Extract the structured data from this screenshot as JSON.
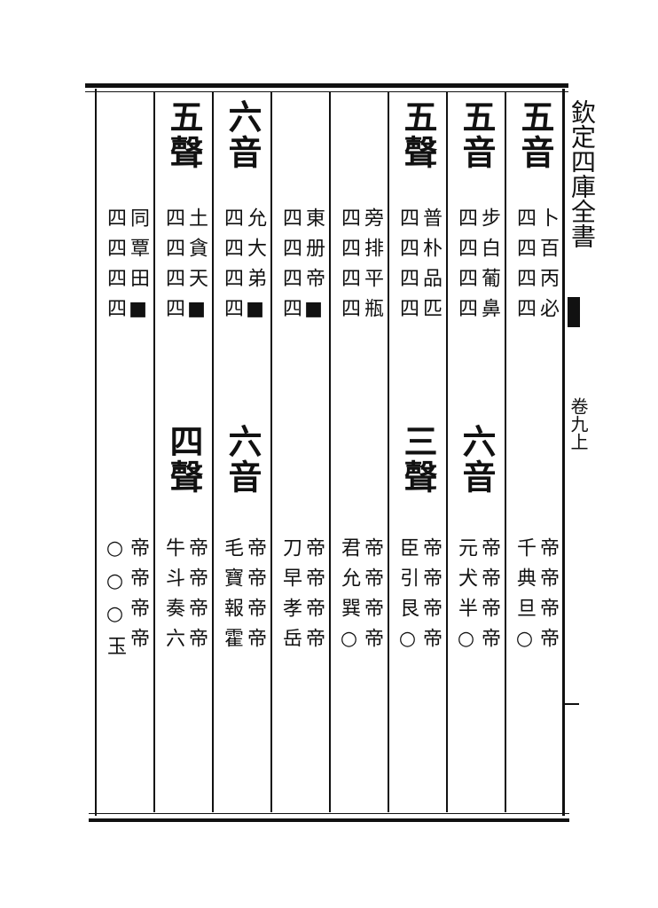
{
  "margin": {
    "top_title": "欽定四庫全書",
    "juan": "卷九上"
  },
  "columns": [
    {
      "id": "c1",
      "upper_head": "五音",
      "upper_rows": [
        "卜百丙必",
        "四四四四"
      ],
      "lower_head": "",
      "lower_rows": [
        "帝帝帝帝",
        "千典旦○"
      ]
    },
    {
      "id": "c2",
      "upper_head": "五音",
      "upper_rows": [
        "步白葡鼻",
        "四四四四"
      ],
      "lower_head": "六音",
      "lower_rows": [
        "帝帝帝帝",
        "元犬半○"
      ]
    },
    {
      "id": "c3",
      "upper_head": "五聲",
      "upper_rows": [
        "普朴品匹",
        "四四四四"
      ],
      "lower_head": "三聲",
      "lower_rows": [
        "帝帝帝帝",
        "臣引艮○"
      ]
    },
    {
      "id": "c4",
      "upper_head": "",
      "upper_rows": [
        "旁排平瓶",
        "四四四四"
      ],
      "lower_head": "",
      "lower_rows": [
        "帝帝帝帝",
        "君允巽○"
      ]
    },
    {
      "id": "c5",
      "upper_head": "",
      "upper_rows": [
        "東册帝■",
        "四四四四"
      ],
      "lower_head": "",
      "lower_rows": [
        "帝帝帝帝",
        "刀早孝岳"
      ]
    },
    {
      "id": "c6",
      "upper_head": "六音",
      "upper_rows": [
        "允大弟■",
        "四四四四"
      ],
      "lower_head": "六音",
      "lower_rows": [
        "帝帝帝帝",
        "毛寶報霍"
      ]
    },
    {
      "id": "c7",
      "upper_head": "五聲",
      "upper_rows": [
        "土貪天■",
        "四四四四"
      ],
      "lower_head": "四聲",
      "lower_rows": [
        "帝帝帝帝",
        "牛斗奏六"
      ]
    },
    {
      "id": "c8",
      "upper_head": "",
      "upper_rows": [
        "同覃田■",
        "四四四四"
      ],
      "lower_head": "",
      "lower_rows": [
        "帝帝帝帝",
        "○○○玉"
      ]
    }
  ]
}
